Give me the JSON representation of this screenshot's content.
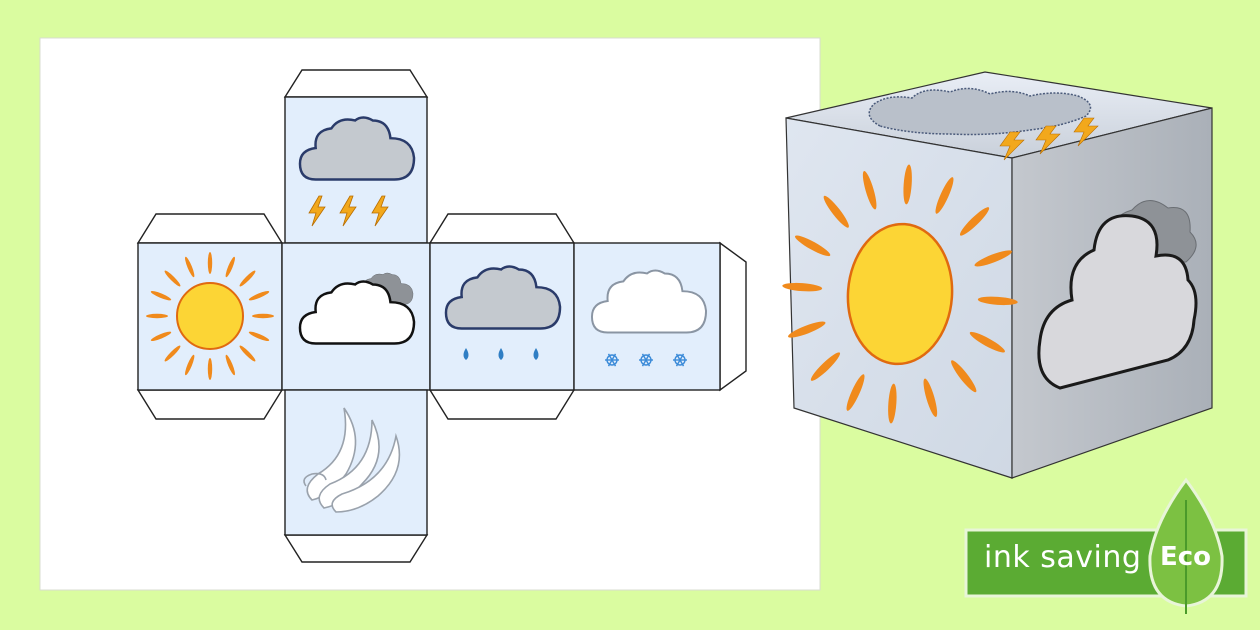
{
  "badge": {
    "text": "ink saving",
    "eco": "Eco",
    "colors": {
      "bar": "#5bab33",
      "bar_border": "#3f8a22",
      "leaf": "#7cc142",
      "leaf_dark": "#4a9a2a"
    }
  },
  "cube_net": {
    "faces": [
      {
        "name": "storm",
        "icon": "storm-cloud-icon"
      },
      {
        "name": "sun",
        "icon": "sun-icon"
      },
      {
        "name": "partly-cloudy",
        "icon": "partly-cloudy-icon"
      },
      {
        "name": "rain",
        "icon": "rain-cloud-icon"
      },
      {
        "name": "snow",
        "icon": "snow-cloud-icon"
      },
      {
        "name": "wind",
        "icon": "wind-icon"
      }
    ]
  },
  "dice_3d": {
    "faces": [
      "storm-cloud-icon",
      "sun-icon",
      "cloudy-icon"
    ]
  },
  "colors": {
    "background": "#dafca0",
    "sheet": "#ffffff",
    "face_fill": "#e2eefc",
    "sun": "#fcd535",
    "sun_ray": "#f08a1c",
    "cloud_grey": "#c4c9cf",
    "cloud_dark": "#8e9297",
    "lightning": "#f2a81c",
    "rain_drop": "#2f7ec4",
    "snow_flake": "#3a8ad8"
  }
}
